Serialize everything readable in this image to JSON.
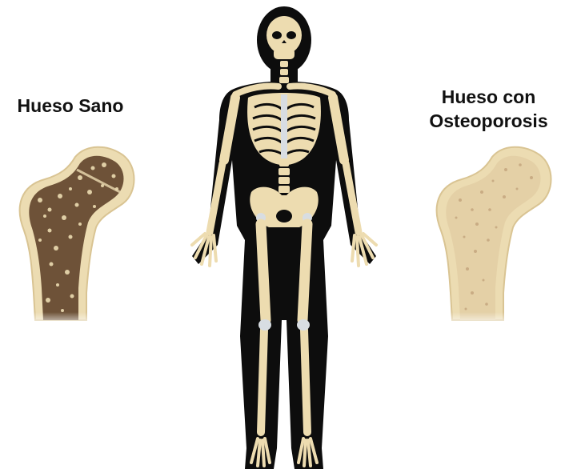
{
  "labels": {
    "healthy_bone": "Hueso Sano",
    "osteoporosis_bone_line1": "Hueso con",
    "osteoporosis_bone_line2": "Osteoporosis"
  },
  "colors": {
    "background": "#ffffff",
    "bone_cortex": "#ecdcb2",
    "bone_outline": "#d9c493",
    "healthy_spongy_bone": "#6e5238",
    "osteoporotic_spongy_bone": "#c9ac84",
    "body_silhouette": "#0d0d0d",
    "skeleton_bone": "#eddcb0",
    "skeleton_shadow": "#c9b58a",
    "cartilage": "#d8dde2",
    "label_text": "#111111"
  },
  "icons": [
    "healthy-femur-icon",
    "osteoporotic-femur-icon",
    "human-skeleton-icon"
  ]
}
